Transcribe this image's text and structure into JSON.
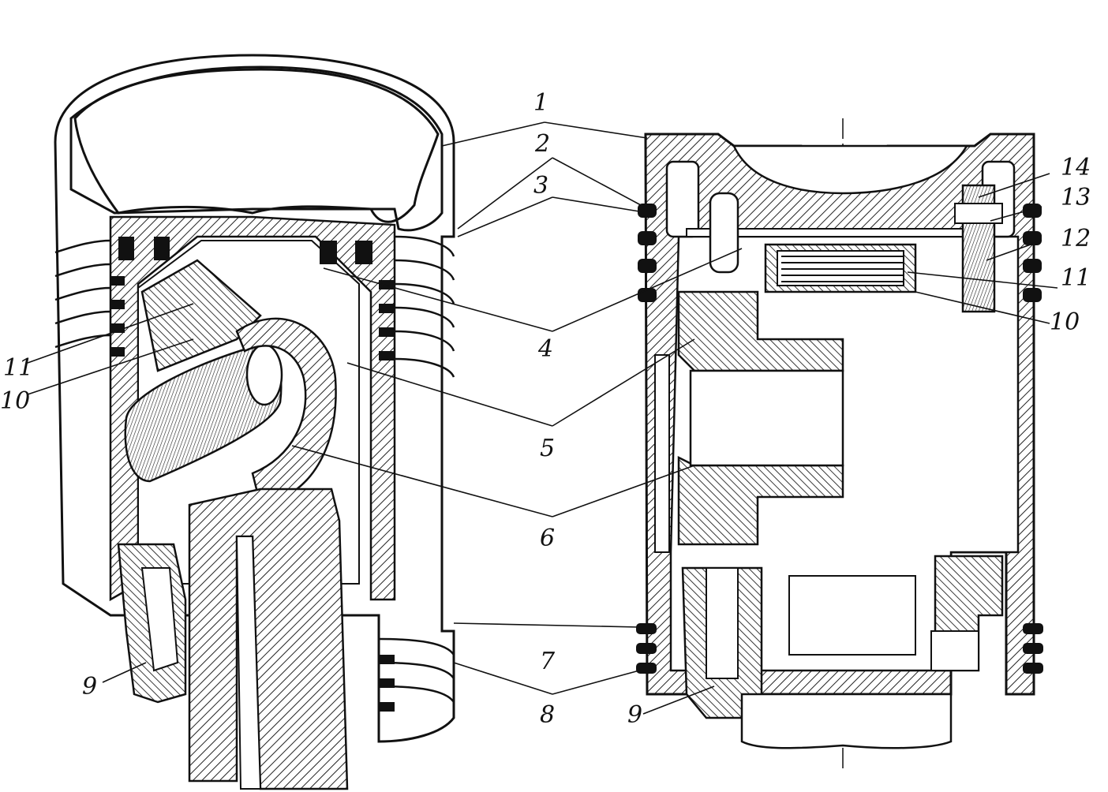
{
  "colors": {
    "ink": "#111111",
    "paper": "#ffffff",
    "hatch": "#222222"
  },
  "labels": {
    "l1": "1",
    "l2": "2",
    "l3": "3",
    "l4": "4",
    "l5": "5",
    "l6": "6",
    "l7": "7",
    "l8": "8",
    "l9_left": "9",
    "l9_right": "9",
    "l10_left": "10",
    "l10_right": "10",
    "l11_left": "11",
    "l11_right": "11",
    "l12": "12",
    "l13": "13",
    "l14": "14"
  }
}
